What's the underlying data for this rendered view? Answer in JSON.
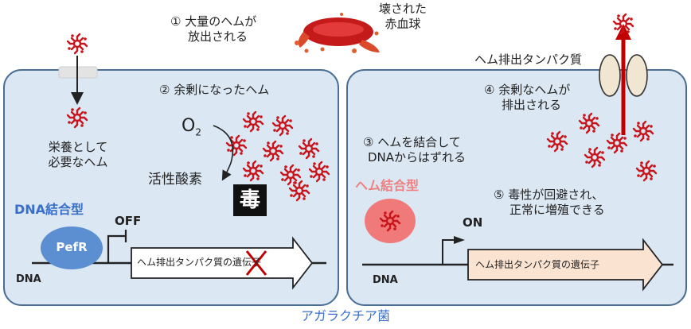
{
  "top": {
    "step1_line1": "① 大量のヘムが",
    "step1_line2": "放出される",
    "rbc_line1": "壊された",
    "rbc_line2": "赤血球"
  },
  "left_cell": {
    "step2": "② 余剰になったヘム",
    "o2_symbol": "O",
    "o2_sub": "2",
    "ros_label": "活性酸素",
    "poison_glyph": "毒",
    "nutrition_line1": "栄養として",
    "nutrition_line2": "必要なヘム",
    "binding_form": "DNA結合型",
    "off_label": "OFF",
    "protein": "PefR",
    "dna_label": "DNA",
    "gene_label": "ヘム排出タンパク質の遺伝子"
  },
  "right_cell": {
    "exporter_label": "ヘム排出タンパク質",
    "step4_line1": "④ 余剰なヘムが",
    "step4_line2": "排出される",
    "step3_line1": "③ ヘムを結合して",
    "step3_line2": "DNAからはずれる",
    "heme_bound": "ヘム結合型",
    "step5_line1": "⑤ 毒性が回避され、",
    "step5_line2": "正常に増殖できる",
    "on_label": "ON",
    "dna_label": "DNA",
    "gene_label": "ヘム排出タンパク質の遺伝子"
  },
  "caption": "アガラクチア菌",
  "colors": {
    "cell_fill": "#dbe7f3",
    "cell_border": "#4a6f93",
    "heme": "#c8151b",
    "pefr": "#5b8fd2",
    "heme_bound_fill": "#f07a7a",
    "gene_arrow_right": "#fbe3d2",
    "export_arrow": "#c00000",
    "blue_text": "#3a6fc9",
    "pink_text": "#f08080"
  }
}
